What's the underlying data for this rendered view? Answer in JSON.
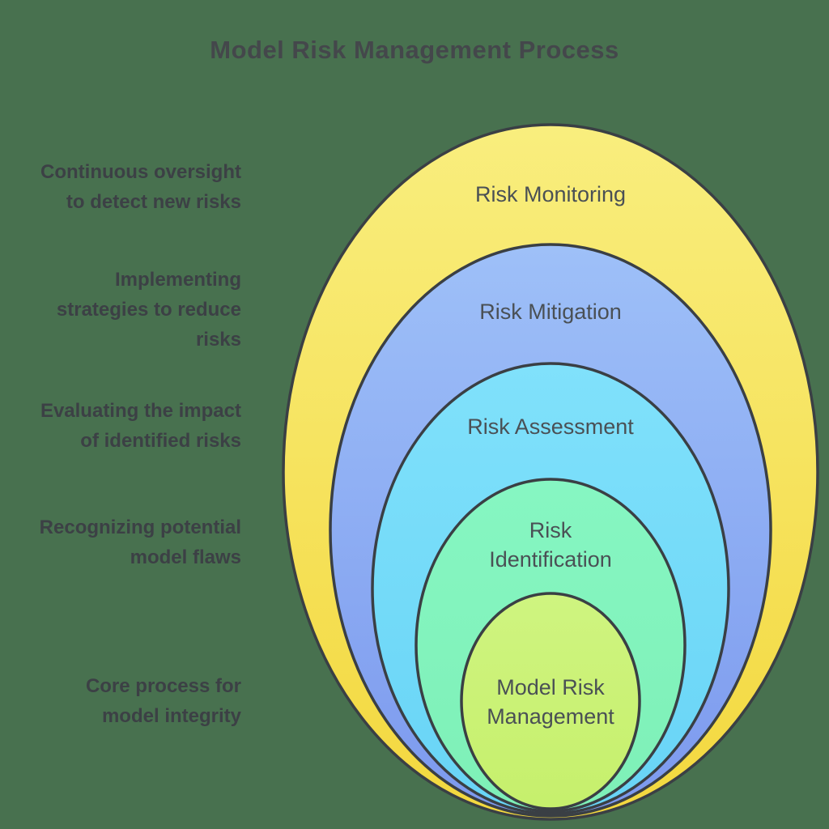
{
  "title": "Model Risk Management Process",
  "colors": {
    "background": "#48714F",
    "stroke": "#3A3F44",
    "title_text": "#44474B",
    "annotation_text": "#3C4045",
    "layer_label_text": "#4A5055"
  },
  "diagram": {
    "type": "nested-ellipses-onion",
    "layers": [
      {
        "label_lines": [
          "Risk Monitoring"
        ],
        "annotation_lines": [
          "Continuous oversight",
          "to detect new risks"
        ],
        "fill_top": "#F9EE7E",
        "fill_bottom": "#F3D83E"
      },
      {
        "label_lines": [
          "Risk Mitigation"
        ],
        "annotation_lines": [
          "Implementing",
          "strategies to reduce",
          "risks"
        ],
        "fill_top": "#9EC0F8",
        "fill_bottom": "#7C99EE"
      },
      {
        "label_lines": [
          "Risk Assessment"
        ],
        "annotation_lines": [
          "Evaluating the impact",
          "of identified risks"
        ],
        "fill_top": "#80E1FB",
        "fill_bottom": "#68D4F6"
      },
      {
        "label_lines": [
          "Risk",
          "Identification"
        ],
        "annotation_lines": [
          "Recognizing potential",
          "model flaws"
        ],
        "fill_top": "#86F6C2",
        "fill_bottom": "#7EF0B7"
      },
      {
        "label_lines": [
          "Model Risk",
          "Management"
        ],
        "annotation_lines": [
          "Core process for",
          "model integrity"
        ],
        "fill_top": "#CFF480",
        "fill_bottom": "#C6F06C"
      }
    ]
  }
}
